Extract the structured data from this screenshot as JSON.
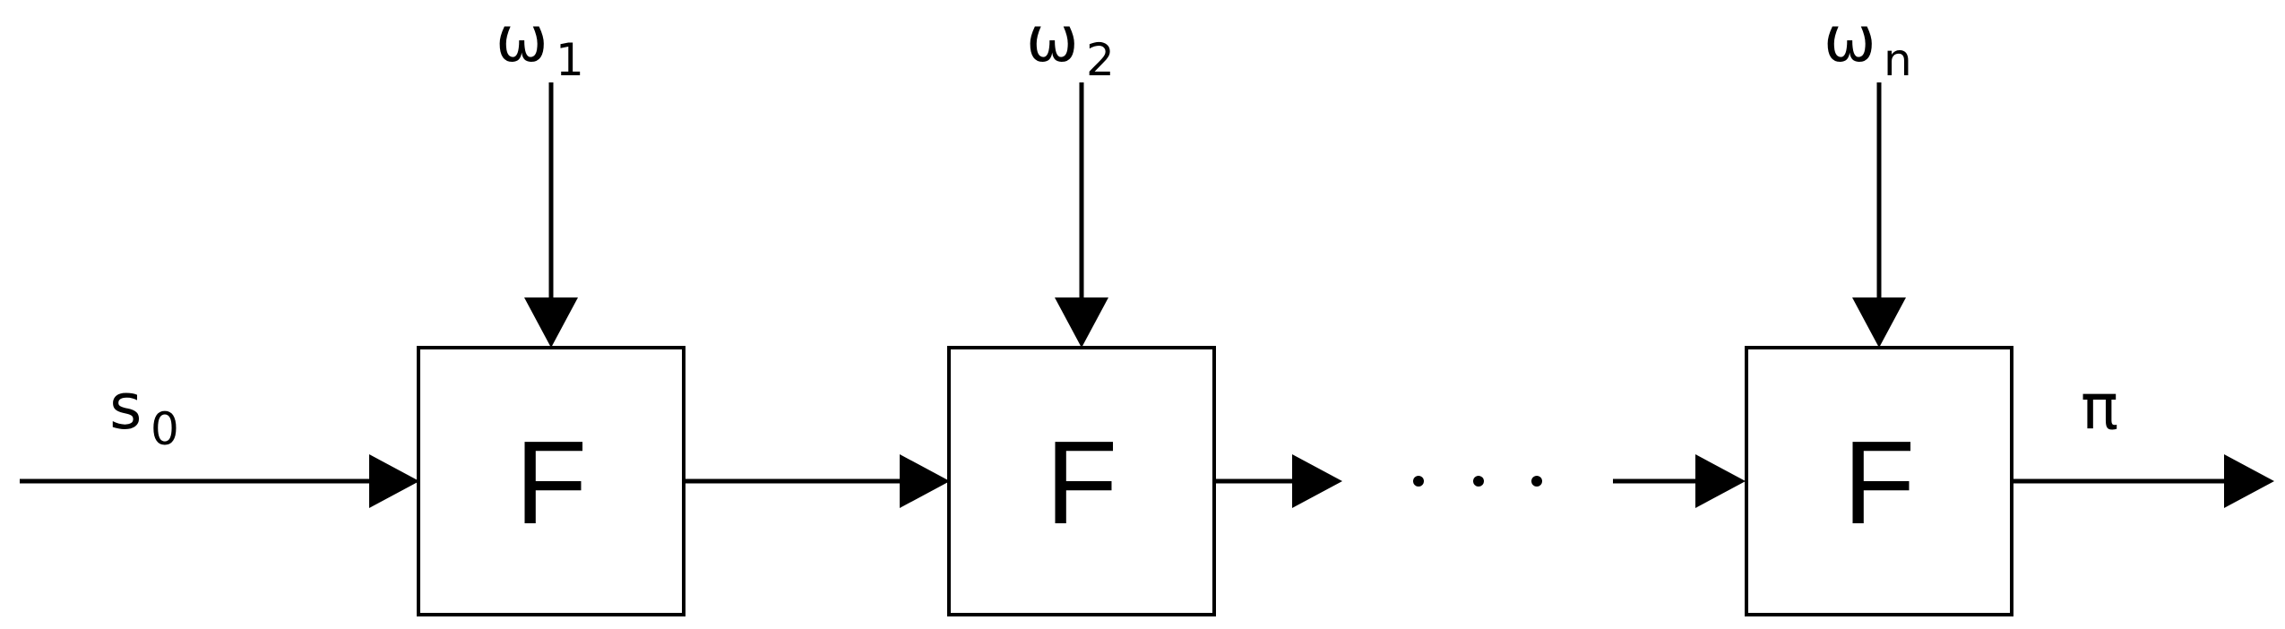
{
  "diagram": {
    "blocks": [
      {
        "label": "F",
        "input": "ω",
        "input_sub": "1"
      },
      {
        "label": "F",
        "input": "ω",
        "input_sub": "2"
      },
      {
        "label": "F",
        "input": "ω",
        "input_sub": "n"
      }
    ],
    "initial_state": {
      "symbol": "s",
      "sub": "0"
    },
    "output": {
      "symbol": "π"
    }
  }
}
